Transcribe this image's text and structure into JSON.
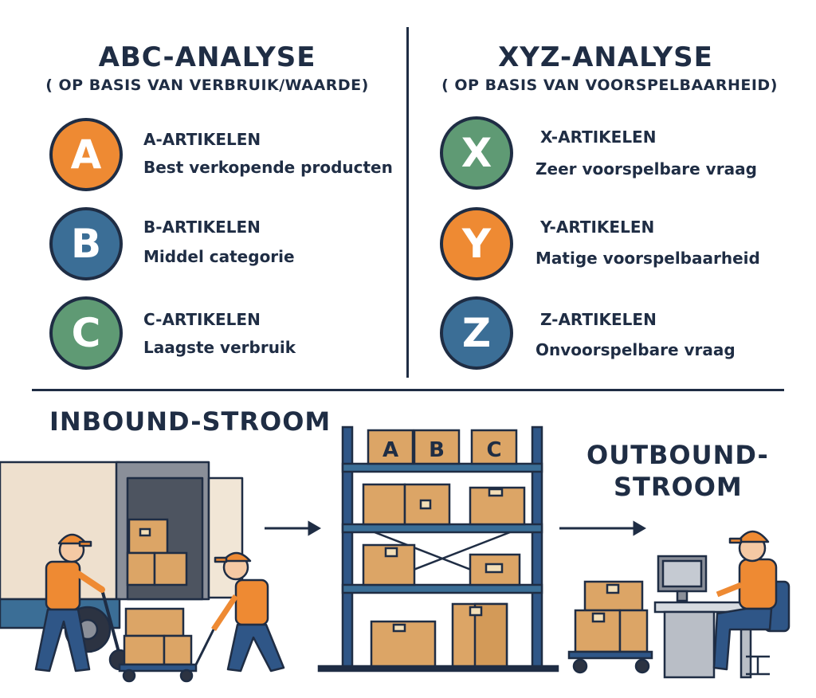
{
  "abc": {
    "title": "ABC-ANALYSE",
    "subtitle": "( OP BASIS VAN VERBRUIK/WAARDE)",
    "items": [
      {
        "letter": "A",
        "title": "A-ARTIKELEN",
        "desc": "Best verkopende producten",
        "color": "#ee8a33"
      },
      {
        "letter": "B",
        "title": "B-ARTIKELEN",
        "desc": "Middel categorie",
        "color": "#3b6e96"
      },
      {
        "letter": "C",
        "title": "C-ARTIKELEN",
        "desc": "Laagste verbruik",
        "color": "#5f9a74"
      }
    ]
  },
  "xyz": {
    "title": "XYZ-ANALYSE",
    "subtitle": "( OP BASIS VAN VOORSPELBAARHEID)",
    "items": [
      {
        "letter": "X",
        "title": "X-ARTIKELEN",
        "desc": "Zeer voorspelbare vraag",
        "color": "#5f9a74"
      },
      {
        "letter": "Y",
        "title": "Y-ARTIKELEN",
        "desc": "Matige voorspelbaarheid",
        "color": "#ee8a33"
      },
      {
        "letter": "Z",
        "title": "Z-ARTIKELEN",
        "desc": "Onvoorspelbare vraag",
        "color": "#3b6e96"
      }
    ]
  },
  "flow": {
    "inbound": "INBOUND-STROOM",
    "outbound_line1": "OUTBOUND-",
    "outbound_line2": "STROOM"
  },
  "shelf": {
    "labels": [
      "A",
      "B",
      "C"
    ]
  },
  "colors": {
    "navy": "#1f2d44",
    "orange": "#ee8a33",
    "box": "#dca566",
    "rack": "#2f5687"
  }
}
